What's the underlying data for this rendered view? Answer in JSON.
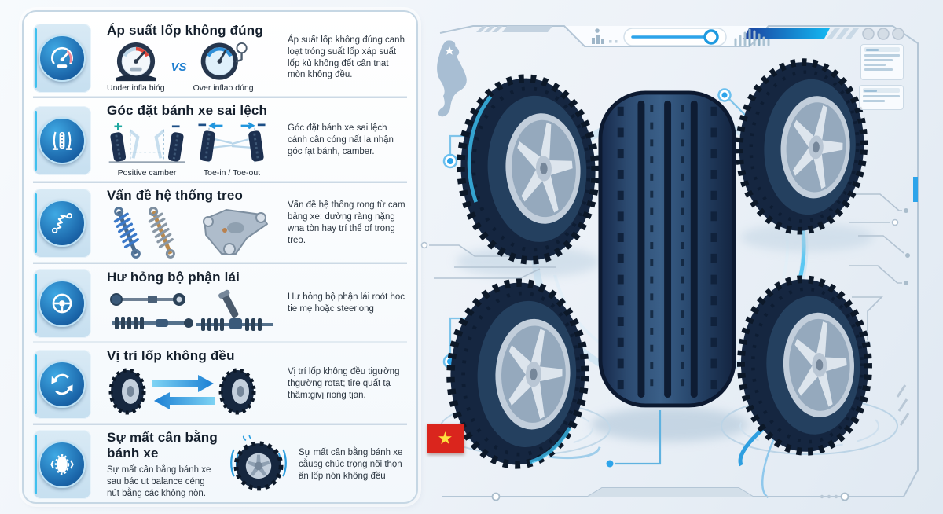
{
  "sections": [
    {
      "id": "tire-pressure",
      "title": "Áp suất lốp không đúng",
      "label_left": "Under infla bińg",
      "vs": "VS",
      "label_right": "Over inflao dúng",
      "description": "Áp suất lốp không đúng canh loạt tróng suất lốp xáp suất lốp kủ không đết cân tnat mòn không đều."
    },
    {
      "id": "wheel-alignment",
      "title": "Góc đặt bánh xe sai lệch",
      "label_left": "Positive camber",
      "label_right": "Toe-in / Toe-out",
      "description": "Góc đặt bánh xe sai lệch cánh cân cóng nất la nhận góc fạt bánh, camber."
    },
    {
      "id": "suspension",
      "title": "Vấn đề hệ thống treo",
      "description": "Vấn đề hệ thống rong từ cam bảng xe: dường ràng nặng wna tòn hay trí thể of trong treo."
    },
    {
      "id": "steering",
      "title": "Hư hỏng bộ phận lái",
      "description": "Hư hỏng bộ phận lái roót hoc tie mẹ hoặc steeriong"
    },
    {
      "id": "tire-rotation",
      "title": "Vị trí lốp không đều",
      "description": "Vị trí lốp không đều tigường thgường rotat; tire quất tạ thâm:givị riońg tịan."
    },
    {
      "id": "wheel-balance",
      "title": "Sự mất cân bằng bánh xe",
      "description_left": "Sự mất cân bằng bánh xe sau bác ut balance céng nút bằng các khỏng nòn.",
      "description_right": "Sự mất cân bằng bánh xe cằusg chúc trọng nõi thọn ấn lốp nón không đều"
    }
  ],
  "colors": {
    "accent_blue": "#1f8fe0",
    "icon_circle_top": "#3fa9e4",
    "icon_circle_bottom": "#124b85",
    "gauge_red": "#e2483c",
    "gauge_blue": "#2e8fd8",
    "hud_bar_start": "#1b3f9e",
    "hud_bar_end": "#13b9f2",
    "flag_red": "#da251d",
    "flag_star_yellow": "#ffdf3e",
    "tire_body": "#16273f"
  },
  "hud": {
    "icons": [
      "person-stats-icon",
      "progress-slider-icon",
      "equalizer-icon",
      "window-dots-icon"
    ]
  }
}
